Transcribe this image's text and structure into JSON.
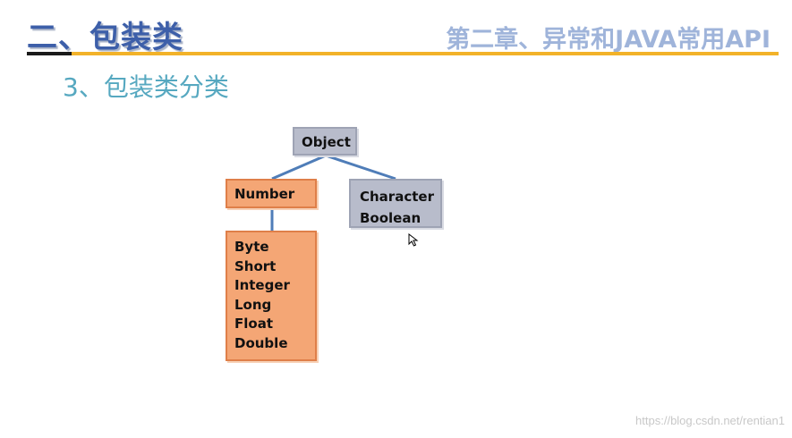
{
  "header": {
    "title": "二、包装类",
    "chapter": "第二章、异常和JAVA常用API"
  },
  "section": {
    "title": "3、包装类分类"
  },
  "diagram": {
    "root": "Object",
    "number": "Number",
    "others": [
      "Character",
      "Boolean"
    ],
    "numeric_types": [
      "Byte",
      "Short",
      "Integer",
      "Long",
      "Float",
      "Double"
    ],
    "colors": {
      "gray_box": "#b8bccb",
      "orange_box": "#f4a675",
      "connector": "#4f7db8"
    }
  },
  "watermark": "https://blog.csdn.net/rentian1"
}
